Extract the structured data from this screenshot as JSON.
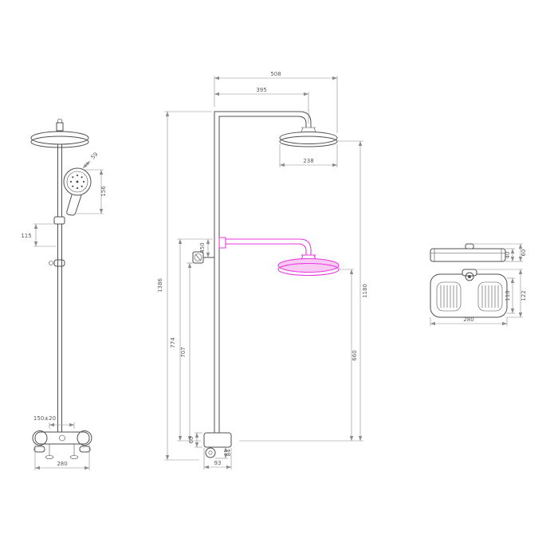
{
  "colors": {
    "line": "#4f4f4f",
    "dim": "#8b8b8b",
    "text": "#5a5a5a",
    "highlight": "#e93be0",
    "highlight-fill": "#f7c9f3",
    "bg": "#ffffff"
  },
  "left_view": {
    "dims": {
      "hand_shower_diameter": "59",
      "hand_shower_length": "156",
      "holder_offset": "115",
      "inlet_spacing": "150±20",
      "overall_width": "280"
    }
  },
  "middle_view": {
    "dims": {
      "overall_projection": "508",
      "arm_reach": "395",
      "head_diameter": "238",
      "bracket_height": "450",
      "column_height": "1180",
      "overall_height": "1386",
      "upper_segment": "774",
      "lower_segment": "707",
      "lower_head_height": "660",
      "valve_width": "93",
      "valve_height": "60",
      "knob_drop": "84"
    }
  },
  "right_view": {
    "dims": {
      "profile_height": "60",
      "profile_thickness": "40",
      "shelf_depth_outer": "122",
      "shelf_depth_inner": "110",
      "shelf_width": "280"
    }
  }
}
